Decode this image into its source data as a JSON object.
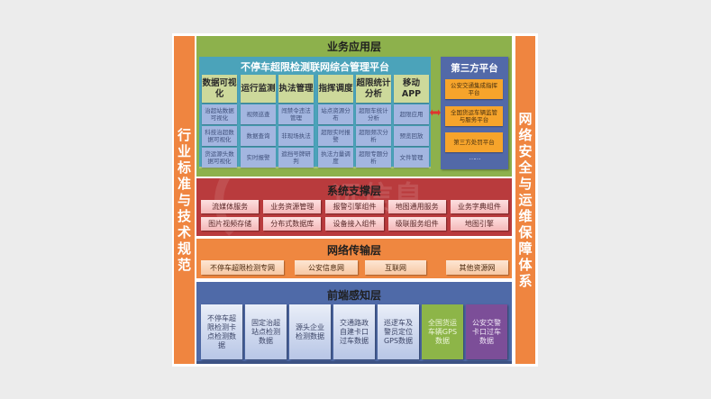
{
  "side_left": {
    "text": [
      "行",
      "业",
      "标",
      "准",
      "与",
      "技",
      "术",
      "规",
      "范"
    ],
    "label": "行业标准与技术规范"
  },
  "side_right": {
    "text": [
      "网",
      "络",
      "安",
      "全",
      "与",
      "运",
      "维",
      "保",
      "障",
      "体",
      "系"
    ],
    "label": "网络安全与运维保障体系"
  },
  "app_layer": {
    "title": "业务应用层",
    "platform": {
      "title": "不停车超限检测联网综合管理平台",
      "columns": [
        {
          "header": "数据可视化",
          "cells": [
            "治超站数据可视化",
            "科技治超数据可视化",
            "货运源头数据可视化"
          ]
        },
        {
          "header": "运行监测",
          "cells": [
            "视频巡查",
            "数据查询",
            "实时报警"
          ]
        },
        {
          "header": "执法管理",
          "cells": [
            "闯禁令违法管理",
            "非现场执法",
            "遮挡号牌研判"
          ]
        },
        {
          "header": "指挥调度",
          "cells": [
            "站点资源分布",
            "超限实时报警",
            "执法力量调度"
          ]
        },
        {
          "header": "超限统计分析",
          "cells": [
            "超限车统计分析",
            "超限频次分析",
            "超限专题分析"
          ]
        },
        {
          "header": "移动APP",
          "cells": [
            "超限应用",
            "预览回放",
            "文件管理"
          ]
        }
      ]
    },
    "connector": "bidirectional-arrow",
    "third_party": {
      "title": "第三方平台",
      "items": [
        "公安交通集成指挥平台",
        "全国货运车辆监管与服务平台",
        "第三方处罚平台"
      ],
      "more": "……"
    }
  },
  "support_layer": {
    "title": "系统支撑层",
    "items": [
      "流媒体服务",
      "业务资源管理",
      "报警引擎组件",
      "地图通用服务",
      "业务字典组件",
      "图片视频存储",
      "分布式数据库",
      "设备接入组件",
      "级联服务组件",
      "地图引擎"
    ],
    "watermark": "远信息",
    "watermark_en": "INFORMATION"
  },
  "network_layer": {
    "title": "网络传输层",
    "items": [
      "不停车超限检测专网",
      "公安信息网",
      "互联网",
      "其他资源网"
    ]
  },
  "front_layer": {
    "title": "前端感知层",
    "items": [
      "不停车超限检测卡点检测数据",
      "固定治超站点检测数据",
      "源头企业检测数据",
      "交通路政自建卡口过车数据",
      "巡逻车及警员定位GPS数据",
      "全国货运车辆GPS数据",
      "公安交警卡口过车数据"
    ]
  },
  "colors": {
    "side_bar": "#ef8540",
    "app_layer": "#8db14c",
    "platform": "#4ba3ba",
    "third_party": "#5269a8",
    "third_item": "#f6a42b",
    "support_layer": "#b93b3d",
    "network_layer": "#ef8740",
    "front_layer": "#4f6aa8"
  }
}
